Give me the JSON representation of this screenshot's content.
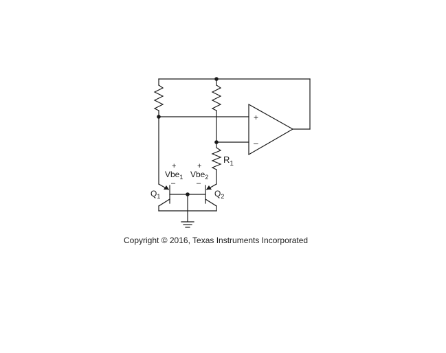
{
  "labels": {
    "r1_letter": "R",
    "r1_sub": "1",
    "vbe1_letters": "Vbe",
    "vbe1_sub": "1",
    "vbe2_letters": "Vbe",
    "vbe2_sub": "2",
    "q1_letter": "Q",
    "q1_sub": "1",
    "q2_letter": "Q",
    "q2_sub": "2",
    "plus": "+",
    "minus": "–",
    "opamp_plus": "+",
    "opamp_minus": "–"
  },
  "copyright": "Copyright © 2016, Texas Instruments Incorporated"
}
